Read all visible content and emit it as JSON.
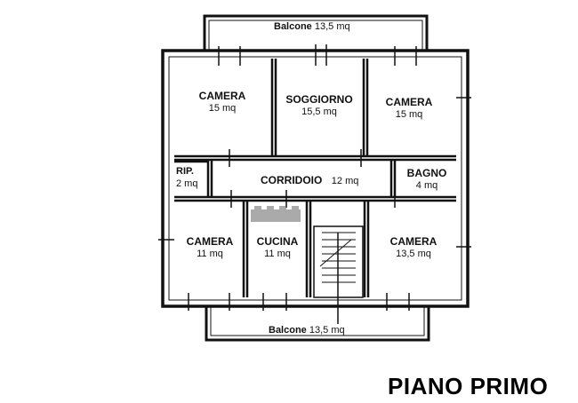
{
  "title": "PIANO PRIMO",
  "rooms": [
    {
      "id": "camera-nw",
      "name": "CAMERA",
      "area": "15 mq"
    },
    {
      "id": "soggiorno",
      "name": "SOGGIORNO",
      "area": "15,5 mq"
    },
    {
      "id": "camera-ne",
      "name": "CAMERA",
      "area": "15 mq"
    },
    {
      "id": "rip",
      "name": "RIP.",
      "area": "2 mq"
    },
    {
      "id": "corridoio",
      "name": "CORRIDOIO",
      "area": "12 mq"
    },
    {
      "id": "bagno",
      "name": "BAGNO",
      "area": "4 mq"
    },
    {
      "id": "camera-sw",
      "name": "CAMERA",
      "area": "11 mq"
    },
    {
      "id": "cucina",
      "name": "CUCINA",
      "area": "11 mq"
    },
    {
      "id": "camera-se",
      "name": "CAMERA",
      "area": "13,5 mq"
    }
  ],
  "balconies": [
    {
      "id": "balcone-top",
      "name": "Balcone",
      "area": "13,5 mq"
    },
    {
      "id": "balcone-bottom",
      "name": "Balcone",
      "area": "13,5 mq"
    }
  ]
}
